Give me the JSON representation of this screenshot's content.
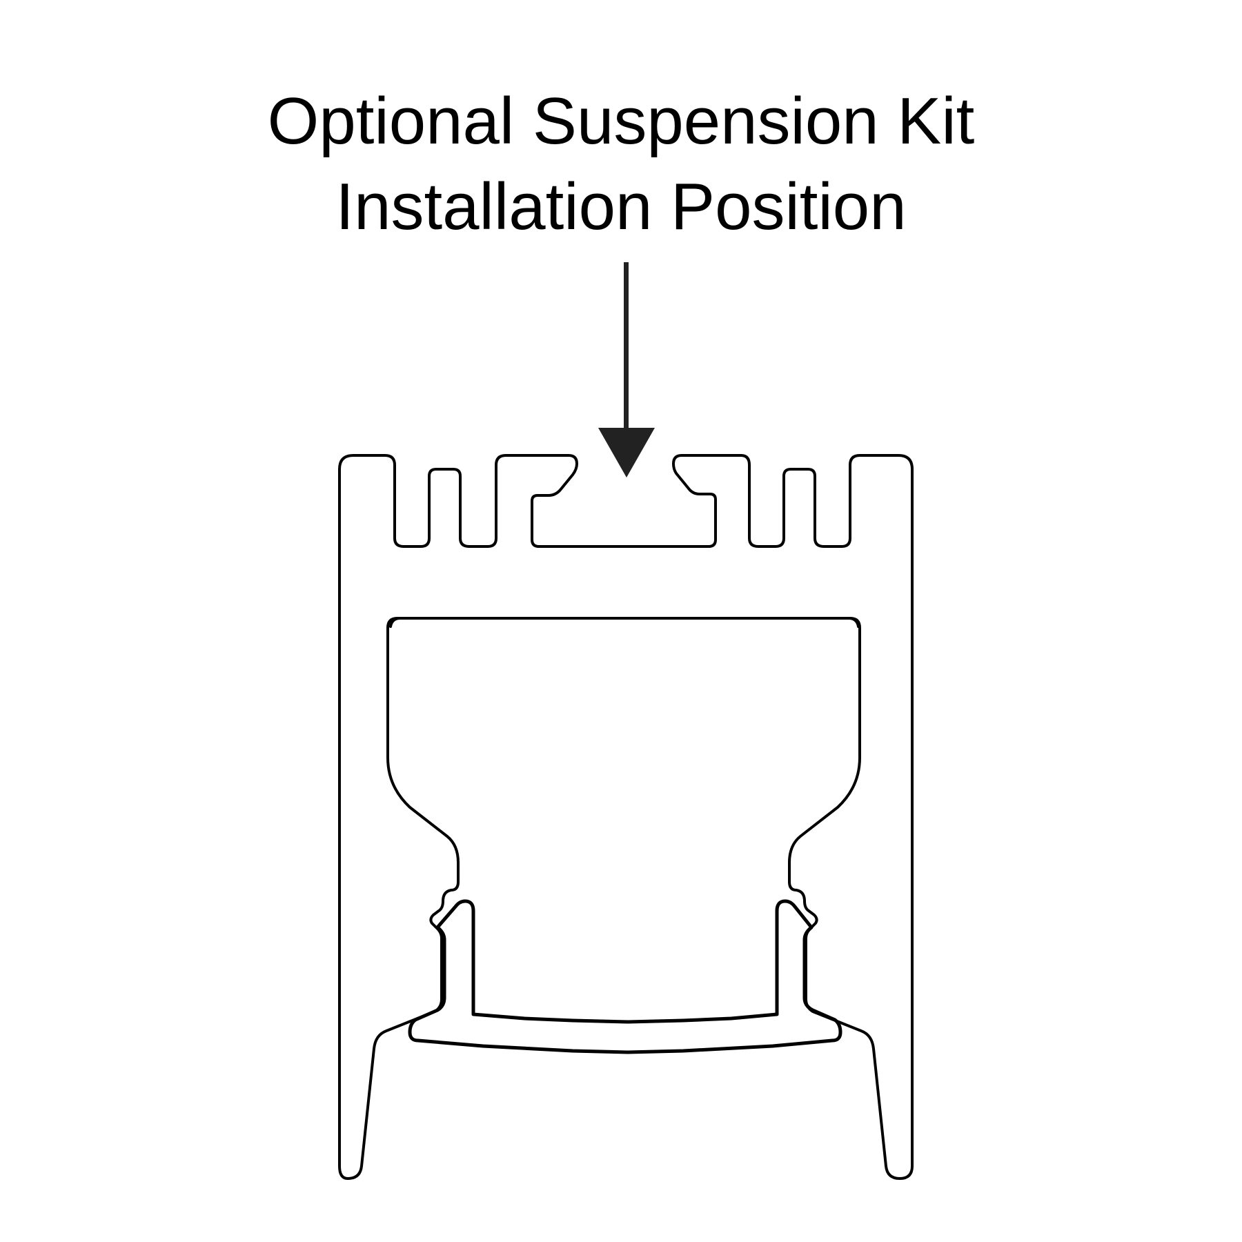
{
  "title": {
    "line1": "Optional Suspension Kit",
    "line2": "Installation Position"
  },
  "arrow": {
    "icon": "arrow-down-icon",
    "color": "#222222",
    "points_to": "top-slot"
  },
  "profile": {
    "description": "Aluminum channel profile cross-section with top mounting slot, heat-sink fins, inner chamber and snap-in diffuser lens",
    "stroke_color": "#000000",
    "background": "#ffffff"
  }
}
